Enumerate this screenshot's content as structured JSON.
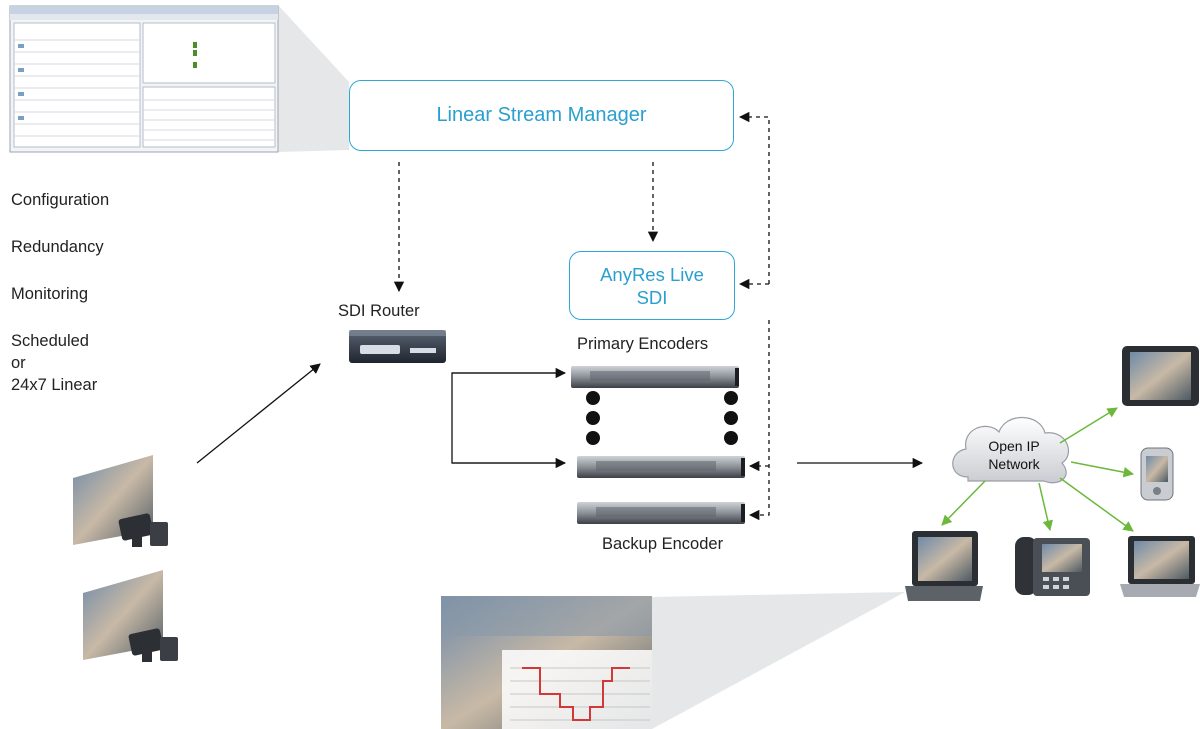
{
  "side_list": [
    "Configuration",
    "Redundancy",
    "Monitoring",
    "Scheduled\nor\n24x7 Linear"
  ],
  "nodes": {
    "lsm": "Linear Stream Manager",
    "anyres": "AnyRes Live\nSDI",
    "sdi_router": "SDI Router",
    "primary": "Primary Encoders",
    "backup": "Backup Encoder",
    "cloud": "Open IP\nNetwork"
  },
  "colors": {
    "box_border": "#2fa7d4",
    "box_text": "#2a9fd0",
    "green_link": "#6bb83a",
    "arrow": "#111111"
  },
  "icons": [
    "screenshot-thumbnail",
    "video-camera-icon",
    "video-camera-icon",
    "router-icon",
    "server-icon",
    "server-icon",
    "server-icon",
    "cloud-icon",
    "tablet-icon",
    "phone-icon",
    "laptop-icon",
    "ip-phone-icon",
    "laptop-icon",
    "video-thumbnail"
  ]
}
